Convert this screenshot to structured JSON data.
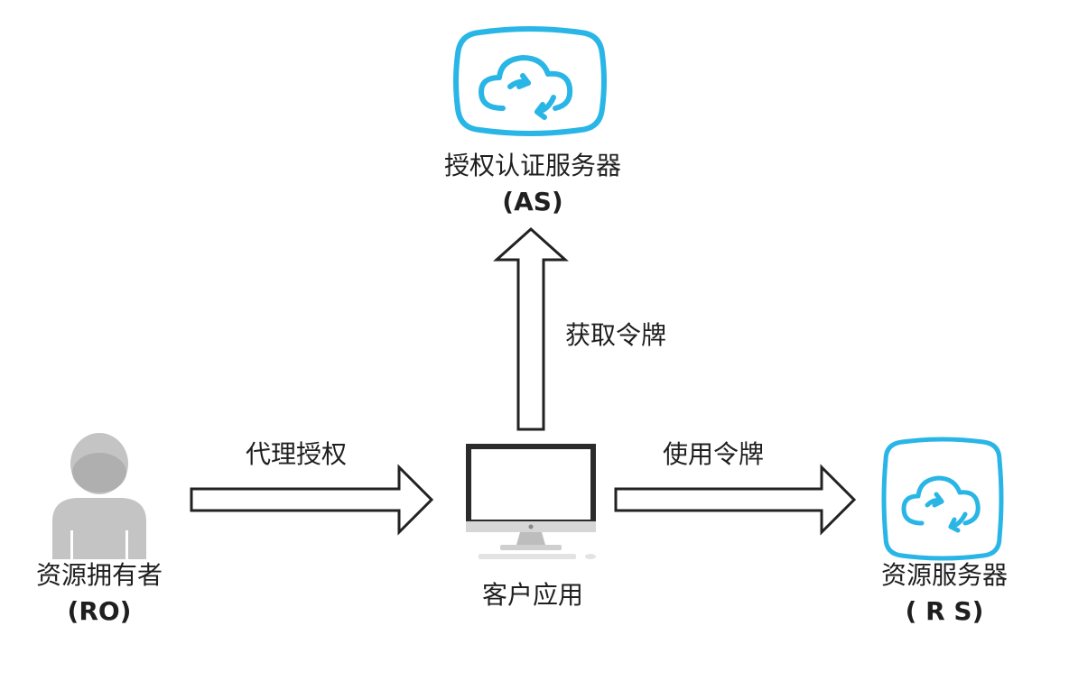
{
  "nodes": {
    "auth_server": {
      "name": "授权认证服务器",
      "abbr": "(AS)",
      "icon": "cloud-sync-icon"
    },
    "resource_owner": {
      "name": "资源拥有者",
      "abbr": "(RO)",
      "icon": "user-icon"
    },
    "client": {
      "name": "客户应用",
      "icon": "monitor-icon"
    },
    "resource_server": {
      "name": "资源服务器",
      "abbr": "( R S)",
      "icon": "cloud-sync-icon"
    }
  },
  "edges": {
    "delegate": {
      "label": "代理授权"
    },
    "get_token": {
      "label": "获取令牌"
    },
    "use_token": {
      "label": "使用令牌"
    }
  },
  "colors": {
    "accent": "#29b6e6",
    "arrow_stroke": "#222222",
    "person": "#c4c4c4"
  }
}
